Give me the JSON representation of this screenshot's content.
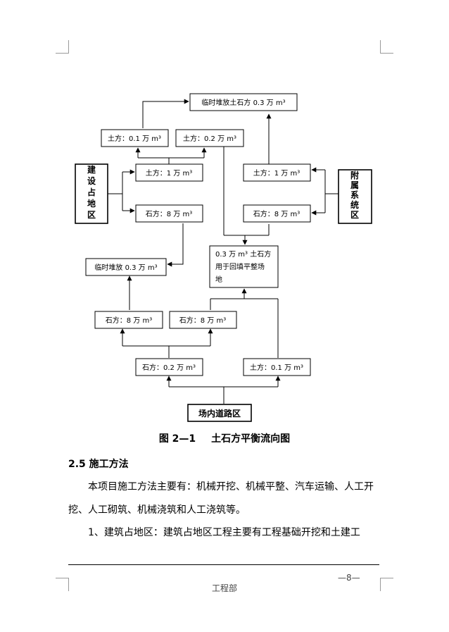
{
  "diagram": {
    "temp_stockpile_top": "临时堆放土石方 0.3 万 m³",
    "earth_01_top": "土方：0.1 万 m³",
    "earth_02_top": "土方：0.2 万 m³",
    "building_area": "建设占地区",
    "earth_1_left": "土方：1 万 m³",
    "stone_8_left": "石方：8 万 m³",
    "earth_1_right": "土方：1 万 m³",
    "stone_8_right": "石方：8 万 m³",
    "auxiliary_area": "附属系统区",
    "temp_stockpile_mid": "临时堆放 0.3 万 m³",
    "backfill_lines": [
      "0.3 万 m³ 土石方",
      "用于回填平整场",
      "地"
    ],
    "stone_8_low_left": "石方：8 万 m³",
    "stone_8_low_mid": "石方：8 万 m³",
    "stone_02_bottom": "石方：0.2 万 m³",
    "earth_01_bottom": "土方：0.1 万 m³",
    "road_area": "场内道路区"
  },
  "caption": {
    "number": "图 2—1",
    "title": "土石方平衡流向图"
  },
  "section_heading": "2.5 施工方法",
  "paragraph1": "本项目施工方法主要有：机械开挖、机械平整、汽车运输、人工开挖、人工砌筑、机械浇筑和人工浇筑等。",
  "paragraph2": "1、建筑占地区：建筑占地区工程主要有工程基础开挖和土建工",
  "page_number": "—8—",
  "footer": "工程部"
}
